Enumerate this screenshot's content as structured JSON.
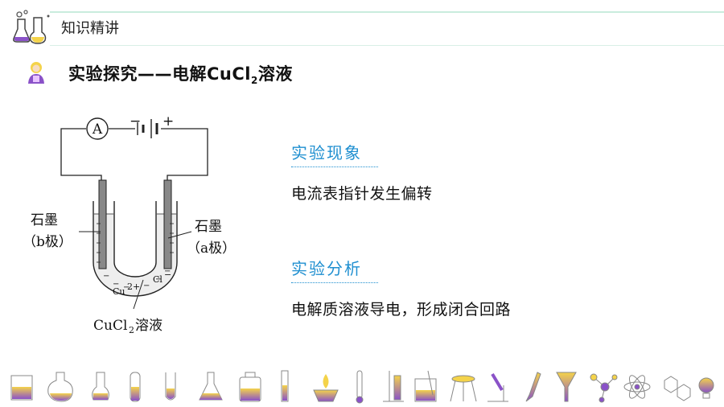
{
  "header": {
    "title": "知识精讲"
  },
  "section": {
    "title_prefix": "实验探究——电解CuCl",
    "title_sub": "2",
    "title_suffix": "溶液"
  },
  "diagram": {
    "ammeter_label": "A",
    "left_electrode_name": "石墨",
    "left_electrode_pole": "（b极）",
    "right_electrode_name": "石墨",
    "right_electrode_pole": "（a极）",
    "cation_label": "Cu",
    "cation_charge": "2+",
    "anion_label": "Cl",
    "anion_charge": "−",
    "solution_prefix": "CuCl",
    "solution_sub": "2",
    "solution_suffix": "溶液",
    "battery_neg": "−",
    "battery_pos": "+"
  },
  "phenomenon": {
    "heading": "实验现象",
    "text": "电流表指针发生偏转"
  },
  "analysis": {
    "heading": "实验分析",
    "text": "电解质溶液导电，形成闭合回路"
  },
  "colors": {
    "accent_blue": "#1f8fd0",
    "header_green": "#c9ecdd",
    "icon_purple": "#8a52c8",
    "icon_yellow": "#f4d34a"
  },
  "footer_icons": [
    "beaker-icon",
    "round-flask-icon",
    "flask-icon",
    "vial-icon",
    "test-tube-icon",
    "erlenmeyer-icon",
    "jar-icon",
    "cylinder-icon",
    "burner-icon",
    "thermometer-icon",
    "stand-icon",
    "beaker-stir-icon",
    "tripod-icon",
    "microscope-icon",
    "dropper-icon",
    "funnel-icon",
    "molecule-icon",
    "atom-icon",
    "hexagon-icon",
    "bulb-icon"
  ]
}
